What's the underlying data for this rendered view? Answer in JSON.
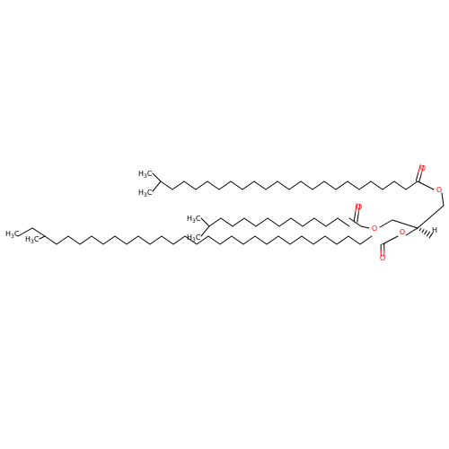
{
  "diagram": {
    "type": "skeletal-formula",
    "colors": {
      "bond": "#000000",
      "oxygen": "#ff0000",
      "background": "#ffffff"
    },
    "atom_labels": {
      "chain_a_methyl_top": {
        "main": "H",
        "sub": "3",
        "tail": "C"
      },
      "chain_a_methyl_bottom": {
        "main": "H",
        "sub": "3",
        "tail": "C"
      },
      "chain_b_methyl_top": {
        "main": "H",
        "sub": "3",
        "tail": "C"
      },
      "chain_b_methyl_bottom": {
        "main": "H",
        "sub": "3",
        "tail": "C"
      },
      "chain_c_ethyl": {
        "main": "H",
        "sub": "3",
        "tail": "C"
      },
      "chain_c_methyl": {
        "main": "H",
        "sub": "3",
        "tail": "C"
      },
      "ester_a_carbonyl_o": "O",
      "ester_a_ether_o": "O",
      "ester_b_carbonyl_o": "O",
      "ester_b_ether_o": "O",
      "ester_c_carbonyl_o": "O",
      "ester_c_ether_o": "O",
      "stereo_h": "H"
    }
  }
}
